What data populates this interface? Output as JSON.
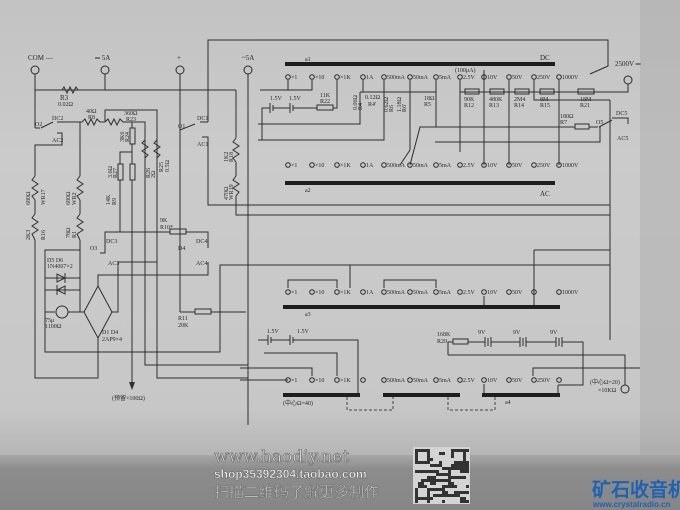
{
  "terminals": {
    "com": "COM —",
    "dc5a": "═ 5A",
    "plus": "+",
    "ac5a": "~5A",
    "hv": "2500V ═",
    "ohm_center": "(中心Ω=20)",
    "ohm_range": "×10KΩ"
  },
  "switches": {
    "a1": {
      "name": "a1",
      "mode": "DC",
      "note": "(100μA)",
      "positions": [
        "×1",
        "×10",
        "×1K",
        "1A",
        "500mA",
        "50mA",
        "5mA",
        "2.5V",
        "10V",
        "50V",
        "250V",
        "1000V"
      ]
    },
    "a2": {
      "name": "a2",
      "mode": "AC",
      "positions": [
        "×1",
        "×10",
        "×1K",
        "1A",
        "500mA",
        "50mA",
        "5mA",
        "2.5V",
        "10V",
        "50V",
        "250V",
        "1000V"
      ]
    },
    "a3": {
      "name": "a3",
      "positions": [
        "×1",
        "×10",
        "×1K",
        "1A",
        "500mA",
        "50mA",
        "5mA",
        "2.5V",
        "10V",
        "50V",
        "",
        "1000V"
      ]
    },
    "a4": {
      "name": "a4",
      "note": "(中心Ω=40)",
      "positions": [
        "×1",
        "×10",
        "×1K",
        "",
        "500mA",
        "50mA",
        "5mA",
        "2.5V",
        "10V",
        "50V",
        "250V",
        ""
      ]
    }
  },
  "components": {
    "r3": [
      "R3",
      "0.02Ω"
    ],
    "r8": [
      "40Ω",
      "R8"
    ],
    "r23": [
      "360Ω",
      "R23"
    ],
    "r24": [
      "3K6",
      "R24"
    ],
    "r27": [
      "3.6Ω",
      "R27"
    ],
    "r25": [
      "R25",
      "0.5Ω"
    ],
    "r26": [
      "R26",
      "2Ω"
    ],
    "r9": [
      "14K",
      "R9"
    ],
    "r10": [
      "9K",
      "R10*"
    ],
    "r11": [
      "R11",
      "20K"
    ],
    "wr17": [
      "680Ω",
      "WR17"
    ],
    "r16": [
      "2K3",
      "R16"
    ],
    "wr2": [
      "680Ω",
      "WR2"
    ],
    "r1": [
      "78Ω",
      "R1"
    ],
    "r18": [
      "1K2",
      "R18"
    ],
    "wr19": [
      "470Ω",
      "WR19"
    ],
    "r22": [
      "11K",
      "R22"
    ],
    "r4": [
      "0.06Ω",
      "R4"
    ],
    "r4p": [
      "0.12Ω",
      "R4'"
    ],
    "r6": [
      "0.62Ω",
      "R6"
    ],
    "r6p": [
      "1.18Ω",
      "R6'"
    ],
    "r5": [
      "18Ω",
      "R5"
    ],
    "r12": [
      "90K",
      "R12"
    ],
    "r13": [
      "480K",
      "R13"
    ],
    "r14": [
      "2M4",
      "R14"
    ],
    "r15": [
      "8M",
      "R15"
    ],
    "r21": [
      "18M",
      "R21"
    ],
    "r7": [
      "180Ω",
      "R7"
    ],
    "r20": [
      "168K",
      "R20"
    ],
    "bat15": "1.5V",
    "bat9": "9V",
    "meter": [
      "75μ",
      "1100Ω"
    ],
    "d56": [
      "D5  D6",
      "1N4007×2"
    ],
    "d14": [
      "D1    D4",
      "2AP9×4"
    ],
    "reserve": "(预留×100Ω)"
  },
  "switch_contacts": {
    "o1": "O1",
    "dc1": "DC1",
    "ac1": "AC1",
    "o2": "O2",
    "dc2": "DC2",
    "ac2": "AC2",
    "o3": "O3",
    "dc3": "DC3",
    "ac3": "AC3",
    "o4": "D4",
    "dc4": "DC4",
    "ac4": "AC4",
    "o5": "O5",
    "dc5": "DC5",
    "ac5": "AC5"
  },
  "watermark": {
    "site": "www.haodiy.net",
    "shop": "shop35392304.taobao.com",
    "scan": "扫描二维码了解更多制作",
    "logo": "矿石收音机",
    "logo_url": "www.crystalradio.cn"
  }
}
